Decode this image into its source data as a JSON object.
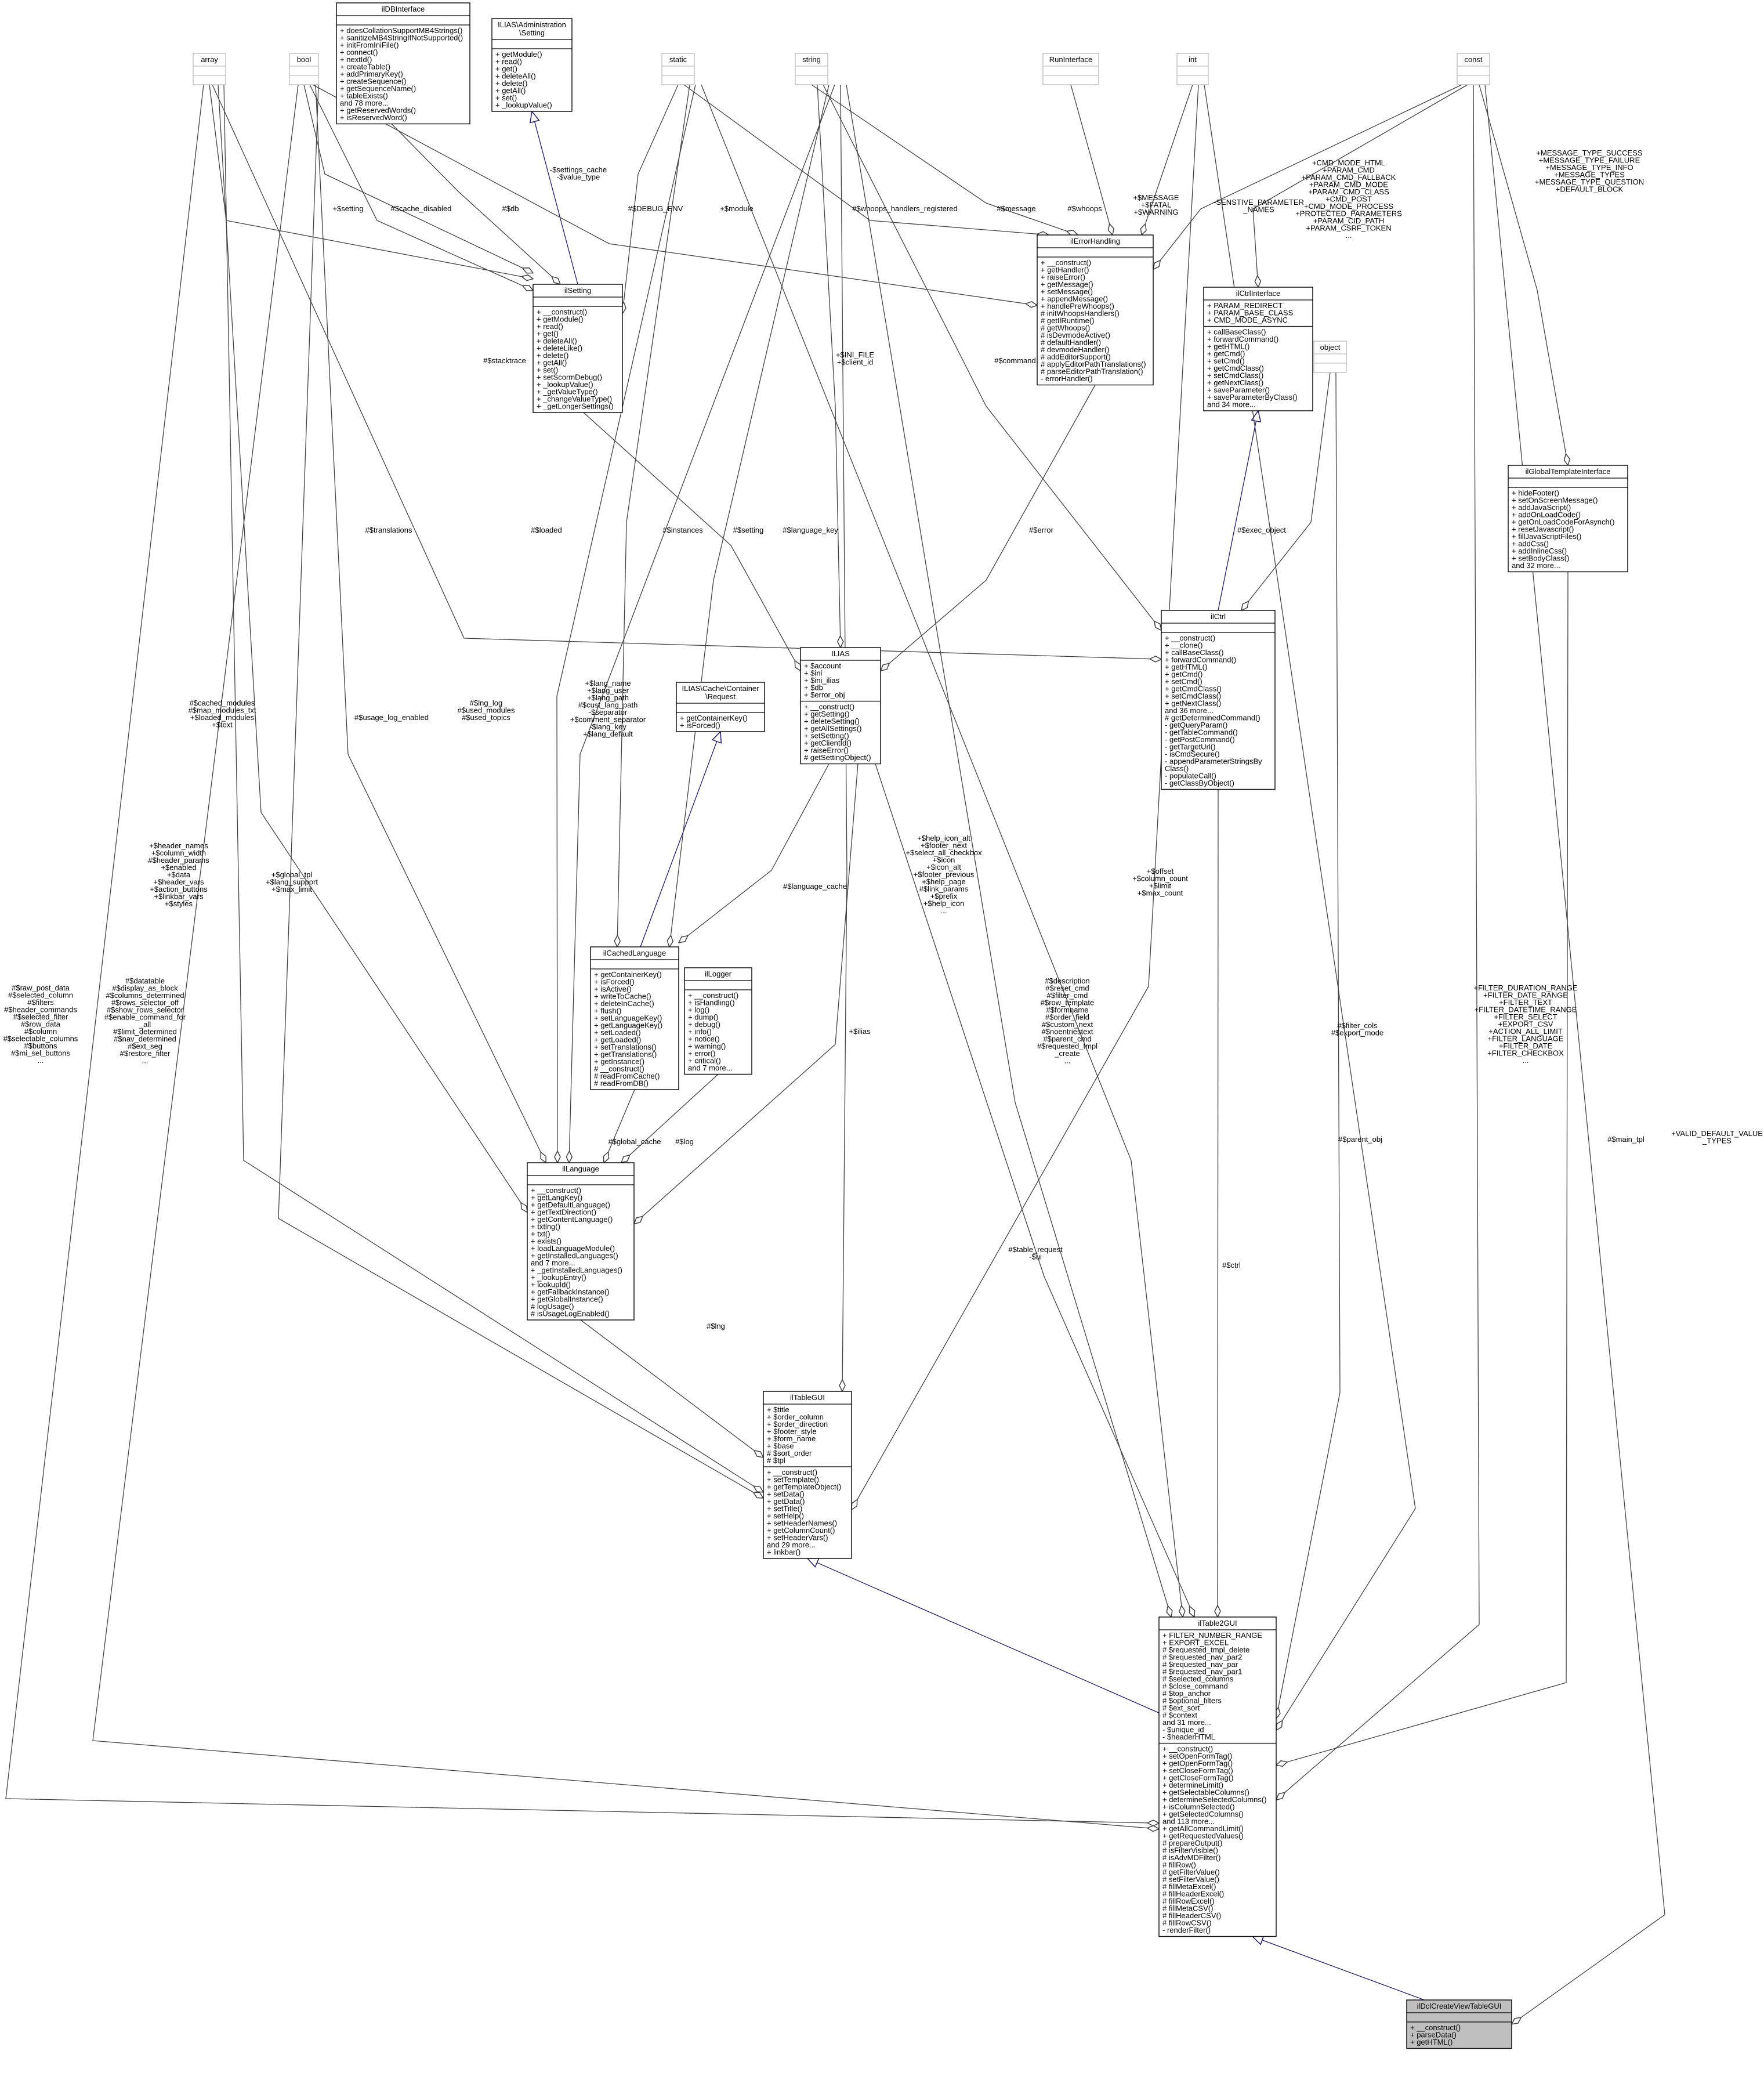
{
  "classes": {
    "ildbinterface": {
      "name": "ilDBInterface",
      "attributes": [],
      "methods": [
        "+ doesCollationSupportMB4Strings()",
        "+ sanitizeMB4StringIfNotSupported()",
        "+ initFromIniFile()",
        "+ connect()",
        "+ nextId()",
        "+ createTable()",
        "+ addPrimaryKey()",
        "+ createSequence()",
        "+ getSequenceName()",
        "+ tableExists()",
        "and 78 more...",
        "+ getReservedWords()",
        "+ isReservedWord()"
      ]
    },
    "admin_setting": {
      "name": [
        "ILIAS\\Administration",
        "\\Setting"
      ],
      "attributes": [],
      "methods": [
        "+ getModule()",
        "+ read()",
        "+ get()",
        "+ deleteAll()",
        "+ delete()",
        "+ getAll()",
        "+ set()",
        "+ _lookupValue()"
      ]
    },
    "array": {
      "name": "array",
      "attributes": [],
      "methods": []
    },
    "bool": {
      "name": "bool",
      "attributes": [],
      "methods": []
    },
    "static": {
      "name": "static",
      "attributes": [],
      "methods": []
    },
    "string": {
      "name": "string",
      "attributes": [],
      "methods": []
    },
    "runinterface": {
      "name": "RunInterface",
      "attributes": [],
      "methods": []
    },
    "int": {
      "name": "int",
      "attributes": [],
      "methods": []
    },
    "const": {
      "name": "const",
      "attributes": [],
      "methods": []
    },
    "object": {
      "name": "object",
      "attributes": [],
      "methods": []
    },
    "ilsetting": {
      "name": "ilSetting",
      "attributes": [],
      "methods": [
        "+ __construct()",
        "+ getModule()",
        "+ read()",
        "+ get()",
        "+ deleteAll()",
        "+ deleteLike()",
        "+ delete()",
        "+ getAll()",
        "+ set()",
        "+ setScormDebug()",
        "+ _lookupValue()",
        "+ _getValueType()",
        "+ _changeValueType()",
        "+ _getLongerSettings()"
      ]
    },
    "ilerrorhandling": {
      "name": "ilErrorHandling",
      "attributes": [],
      "methods": [
        "+ __construct()",
        "+ getHandler()",
        "+ raiseError()",
        "+ getMessage()",
        "+ setMessage()",
        "+ appendMessage()",
        "+ handlePreWhoops()",
        "# initWhoopsHandlers()",
        "# getIlRuntime()",
        "# getWhoops()",
        "# isDevmodeActive()",
        "# defaultHandler()",
        "# devmodeHandler()",
        "# addEditorSupport()",
        "# applyEditorPathTranslations()",
        "# parseEditorPathTranslation()",
        "- errorHandler()"
      ]
    },
    "ilctrlinterface": {
      "name": "ilCtrlInterface",
      "attributes": [
        "+ PARAM_REDIRECT",
        "+ PARAM_BASE_CLASS",
        "+ CMD_MODE_ASYNC"
      ],
      "methods": [
        "+ callBaseClass()",
        "+ forwardCommand()",
        "+ getHTML()",
        "+ getCmd()",
        "+ setCmd()",
        "+ getCmdClass()",
        "+ setCmdClass()",
        "+ getNextClass()",
        "+ saveParameter()",
        "+ saveParameterByClass()",
        "and 34 more..."
      ]
    },
    "ilglobaltemplateinterface": {
      "name": "ilGlobalTemplateInterface",
      "attributes": [],
      "methods": [
        "+ hideFooter()",
        "+ setOnScreenMessage()",
        "+ addJavaScript()",
        "+ addOnLoadCode()",
        "+ getOnLoadCodeForAsynch()",
        "+ resetJavascript()",
        "+ fillJavaScriptFiles()",
        "+ addCss()",
        "+ addInlineCss()",
        "+ setBodyClass()",
        "and 32 more..."
      ]
    },
    "ilias": {
      "name": "ILIAS",
      "attributes": [
        "+ $account",
        "+ $ini",
        "+ $ini_ilias",
        "+ $db",
        "+ $error_obj"
      ],
      "methods": [
        "+ __construct()",
        "+ getSetting()",
        "+ deleteSetting()",
        "+ getAllSettings()",
        "+ setSetting()",
        "+ getClientId()",
        "+ raiseError()",
        "# getSettingObject()"
      ]
    },
    "cache_request": {
      "name": [
        "ILIAS\\Cache\\Container",
        "\\Request"
      ],
      "attributes": [],
      "methods": [
        "+ getContainerKey()",
        "+ isForced()"
      ]
    },
    "ilctrl": {
      "name": "ilCtrl",
      "attributes": [],
      "methods": [
        "+ __construct()",
        "+ __clone()",
        "+ callBaseClass()",
        "+ forwardCommand()",
        "+ getHTML()",
        "+ getCmd()",
        "+ setCmd()",
        "+ getCmdClass()",
        "+ setCmdClass()",
        "+ getNextClass()",
        "and 36 more...",
        "# getDeterminedCommand()",
        "- getQueryParam()",
        "- getTableCommand()",
        "- getPostCommand()",
        "- getTargetUrl()",
        "- isCmdSecure()",
        "- appendParameterStringsBy",
        "Class()",
        "- populateCall()",
        "- getClassByObject()"
      ]
    },
    "ilcachedlanguage": {
      "name": "ilCachedLanguage",
      "attributes": [],
      "methods": [
        "+ getContainerKey()",
        "+ isForced()",
        "+ isActive()",
        "+ writeToCache()",
        "+ deleteInCache()",
        "+ flush()",
        "+ setLanguageKey()",
        "+ getLanguageKey()",
        "+ setLoaded()",
        "+ getLoaded()",
        "+ setTranslations()",
        "+ getTranslations()",
        "+ getInstance()",
        "# __construct()",
        "# readFromCache()",
        "# readFromDB()"
      ]
    },
    "illogger": {
      "name": "ilLogger",
      "attributes": [],
      "methods": [
        "+ __construct()",
        "+ isHandling()",
        "+ log()",
        "+ dump()",
        "+ debug()",
        "+ info()",
        "+ notice()",
        "+ warning()",
        "+ error()",
        "+ critical()",
        "and 7 more..."
      ]
    },
    "illanguage": {
      "name": "ilLanguage",
      "attributes": [],
      "methods": [
        "+ __construct()",
        "+ getLangKey()",
        "+ getDefaultLanguage()",
        "+ getTextDirection()",
        "+ getContentLanguage()",
        "+ txtlng()",
        "+ txt()",
        "+ exists()",
        "+ loadLanguageModule()",
        "+ getInstalledLanguages()",
        "and 7 more...",
        "+ _getInstalledLanguages()",
        "+ _lookupEntry()",
        "+ lookupId()",
        "+ getFallbackInstance()",
        "+ getGlobalInstance()",
        "# logUsage()",
        "# isUsageLogEnabled()"
      ]
    },
    "iltablegui": {
      "name": "ilTableGUI",
      "attributes": [
        "+ $title",
        "+ $order_column",
        "+ $order_direction",
        "+ $footer_style",
        "+ $form_name",
        "+ $base",
        "# $sort_order",
        "# $tpl"
      ],
      "methods": [
        "+ __construct()",
        "+ setTemplate()",
        "+ getTemplateObject()",
        "+ setData()",
        "+ getData()",
        "+ setTitle()",
        "+ setHelp()",
        "+ setHeaderNames()",
        "+ getColumnCount()",
        "+ setHeaderVars()",
        "and 29 more...",
        "+ linkbar()"
      ]
    },
    "iltable2gui": {
      "name": "ilTable2GUI",
      "attributes": [
        "+ FILTER_NUMBER_RANGE",
        "+ EXPORT_EXCEL",
        "# $requested_tmpl_delete",
        "# $requested_nav_par2",
        "# $requested_nav_par",
        "# $requested_nav_par1",
        "# $selected_columns",
        "# $close_command",
        "# $top_anchor",
        "# $optional_filters",
        "# $ext_sort",
        "# $context",
        "and 31 more...",
        "- $unique_id",
        "- $headerHTML"
      ],
      "methods": [
        "+ __construct()",
        "+ setOpenFormTag()",
        "+ getOpenFormTag()",
        "+ setCloseFormTag()",
        "+ getCloseFormTag()",
        "+ determineLimit()",
        "+ getSelectableColumns()",
        "+ determineSelectedColumns()",
        "+ isColumnSelected()",
        "+ getSelectedColumns()",
        "and 113 more...",
        "+ getAllCommandLimit()",
        "+ getRequestedValues()",
        "# prepareOutput()",
        "# isFilterVisible()",
        "# isAdvMDFilter()",
        "# fillRow()",
        "# getFilterValue()",
        "# setFilterValue()",
        "# fillMetaExcel()",
        "# fillHeaderExcel()",
        "# fillRowExcel()",
        "# fillMetaCSV()",
        "# fillHeaderCSV()",
        "# fillRowCSV()",
        "- renderFilter()"
      ]
    },
    "target": {
      "name": "ilDclCreateViewTableGUI",
      "attributes": [],
      "methods": [
        "+ __construct()",
        "+ parseData()",
        "+ getHTML()"
      ]
    }
  },
  "labels": {
    "setting": "+$setting",
    "cache_disabled": "#$cache_disabled",
    "db": "#$db",
    "settings_cache": [
      "-$settings_cache",
      "-$value_type"
    ],
    "debug_env": "#$DEBUG_ENV",
    "module": "+$module",
    "whoops_handlers": "#$whoops_handlers_registered",
    "message": "#$message",
    "whoops": "#$whoops",
    "message_fatal": [
      "+$MESSAGE",
      "+$FATAL",
      "+$WARNING"
    ],
    "senstive": [
      "-SENSTIVE_PARAMETER",
      "_NAMES"
    ],
    "cmd_mode": [
      "+CMD_MODE_HTML",
      "+PARAM_CMD",
      "+PARAM_CMD_FALLBACK",
      "+PARAM_CMD_MODE",
      "+PARAM_CMD_CLASS",
      "+CMD_POST",
      "+CMD_MODE_PROCESS",
      "+PROTECTED_PARAMETERS",
      "+PARAM_CID_PATH",
      "+PARAM_CSRF_TOKEN",
      "..."
    ],
    "msg_types": [
      "+MESSAGE_TYPE_SUCCESS",
      "+MESSAGE_TYPE_FAILURE",
      "+MESSAGE_TYPE_INFO",
      "+MESSAGE_TYPES",
      "+MESSAGE_TYPE_QUESTION",
      "+DEFAULT_BLOCK"
    ],
    "ini_file": [
      "+$INI_FILE",
      "+$client_id"
    ],
    "command": "#$command",
    "stacktrace": "#$stacktrace",
    "translations": "#$translations",
    "loaded": "#$loaded",
    "instances": "#$instances",
    "setting2": "#$setting",
    "language_key": "#$language_key",
    "error": "#$error",
    "exec_object": "#$exec_object",
    "cached_modules": [
      "#$cached_modules",
      "#$map_modules_txt",
      "+$loaded_modules",
      "+$text"
    ],
    "usage_log": "#$usage_log_enabled",
    "lng_log": [
      "#$lng_log",
      "#$used_modules",
      "#$used_topics"
    ],
    "lang_name": [
      "+$lang_name",
      "+$lang_user",
      "+$lang_path",
      "#$cust_lang_path",
      "-$separator",
      "+$comment_separator",
      "-$lang_key",
      "+$lang_default"
    ],
    "language_cache": "#$language_cache",
    "header_names": [
      "+$header_names",
      "+$column_width",
      "#$header_params",
      "+$enabled",
      "+$data",
      "+$header_vars",
      "+$action_buttons",
      "+$linkbar_vars",
      "+$styles"
    ],
    "global_tpl": [
      "+$global_tpl",
      "+$lang_support",
      "+$max_limit"
    ],
    "help_icon_alt": [
      "+$help_icon_alt",
      "+$footer_next",
      "+$select_all_checkbox",
      "+$icon",
      "+$icon_alt",
      "+$footer_previous",
      "+$help_page",
      "#$link_params",
      "+$prefix",
      "+$help_icon",
      "..."
    ],
    "offset": [
      "+$offset",
      "+$column_count",
      "+$limit",
      "+$max_count"
    ],
    "ilias": "+$ilias",
    "global_cache": "#$global_cache",
    "log": "#$log",
    "raw_post_data": [
      "#$raw_post_data",
      "#$selected_column",
      "#$filters",
      "#$header_commands",
      "#$selected_filter",
      "#$row_data",
      "#$column",
      "#$selectable_columns",
      "#$buttons",
      "#$mi_sel_buttons",
      "..."
    ],
    "datatable": [
      "#$datatable",
      "#$display_as_block",
      "#$columns_determined",
      "#$rows_selector_off",
      "#$show_rows_selector",
      "#$enable_command_for",
      "_all",
      "#$limit_determined",
      "#$nav_determined",
      "#$ext_seg",
      "#$restore_filter",
      "..."
    ],
    "description": [
      "#$description",
      "#$reset_cmd",
      "#$filter_cmd",
      "#$row_template",
      "#$formname",
      "#$order_field",
      "#$custom_next",
      "#$noentriestext",
      "#$parent_cmd",
      "#$requested_tmpl",
      "_create",
      "..."
    ],
    "filter_cols": [
      "#$filter_cols",
      "#$export_mode"
    ],
    "filter_duration": [
      "+FILTER_DURATION_RANGE",
      "+FILTER_DATE_RANGE",
      "+FILTER_TEXT",
      "+FILTER_DATETIME_RANGE",
      "+FILTER_SELECT",
      "+EXPORT_CSV",
      "+ACTION_ALL_LIMIT",
      "+FILTER_LANGUAGE",
      "+FILTER_DATE",
      "+FILTER_CHECKBOX",
      "..."
    ],
    "main_tpl": "#$main_tpl",
    "valid_default": [
      "+VALID_DEFAULT_VALUE",
      "_TYPES"
    ],
    "parent_obj": "#$parent_obj",
    "ctrl": "#$ctrl",
    "table_request": [
      "#$table_request",
      "-$ui"
    ],
    "lng": "#$lng"
  }
}
